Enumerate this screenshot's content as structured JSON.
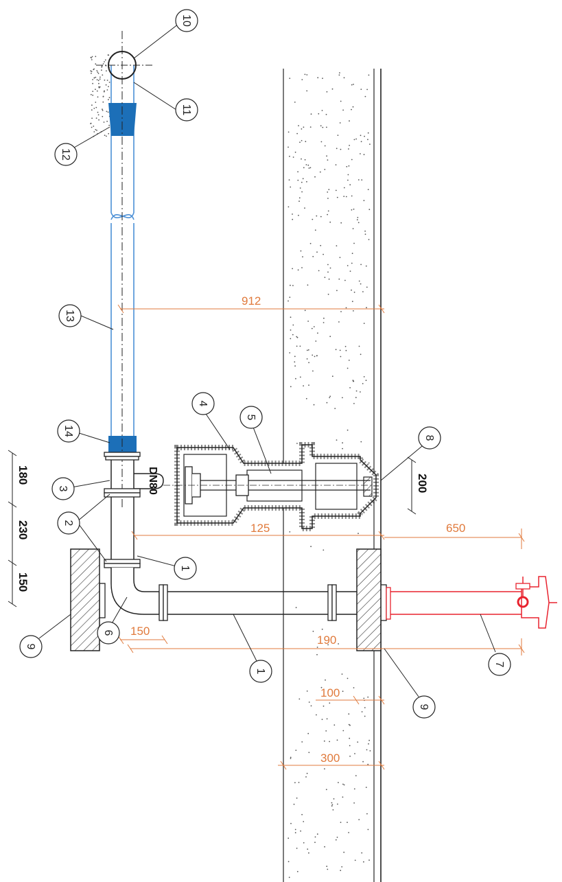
{
  "drawing": {
    "part_numbers": [
      "1",
      "2",
      "3",
      "4",
      "5",
      "6",
      "7",
      "8",
      "9",
      "10",
      "11",
      "12",
      "13",
      "14"
    ],
    "pipe_label": "DN80",
    "dimensions": {
      "d912": "912",
      "d125": "125",
      "d650": "650",
      "d150_elbow": "150",
      "d190": "190",
      "d100": "100",
      "d300": "300",
      "d200": "200",
      "d180": "180",
      "d230": "230",
      "d150_side": "150"
    },
    "colors": {
      "line": "#222222",
      "dimension": "#e07a3c",
      "blue_pipe": "#4a8fd6",
      "blue_fitting": "#1c6fb8",
      "hydrant": "#e8222e",
      "concrete_dots": "#555555"
    }
  }
}
